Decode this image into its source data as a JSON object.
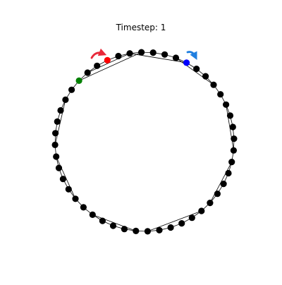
{
  "title": "Timestep: 1",
  "ring": {
    "node_count": 48,
    "node_color": "#000000",
    "edge_color": "#000000",
    "highlighted_nodes": [
      {
        "role": "red-node",
        "index": 3,
        "color": "#ff0000"
      },
      {
        "role": "green-node",
        "index": 6,
        "color": "#008000"
      },
      {
        "role": "blue-node",
        "index": 44,
        "color": "#0000ff"
      }
    ]
  },
  "arrows": [
    {
      "name": "red-arrow-icon",
      "color": "#e8293a",
      "points_to": "red-node"
    },
    {
      "name": "blue-arrow-icon",
      "color": "#1f7fe0",
      "points_to": "blue-node"
    }
  ]
}
